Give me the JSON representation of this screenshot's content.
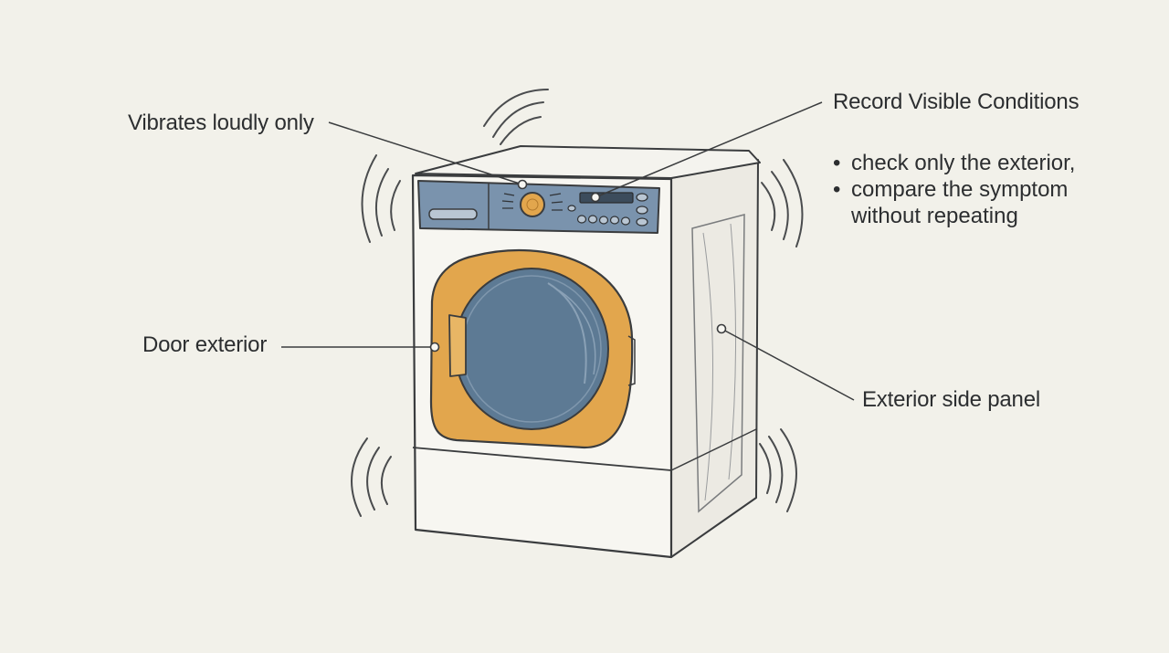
{
  "labels": {
    "vibrates": "Vibrates loudly only",
    "record_title": "Record Visible Conditions",
    "door": "Door exterior",
    "side_panel": "Exterior side panel"
  },
  "notes": [
    "check only the exterior,",
    "compare the symptom",
    "without repeating"
  ],
  "colors": {
    "background": "#f2f1ea",
    "door_ring": "#e2a64d",
    "glass": "#5d7a94",
    "control_panel": "#7a93ad",
    "outline": "#3a3c3e",
    "body": "#f7f6f1"
  }
}
